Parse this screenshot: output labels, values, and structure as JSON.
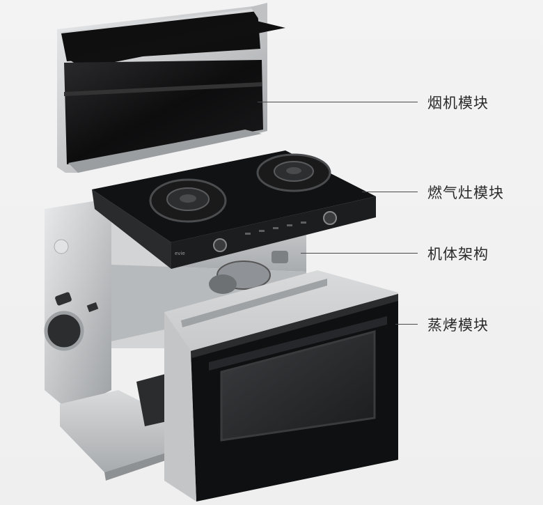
{
  "diagram": {
    "image": "exploded-view-integrated-kitchen-stove",
    "brand_mark": "evie",
    "callouts": [
      {
        "id": "range-hood-module",
        "label": "烟机模块"
      },
      {
        "id": "gas-stove-module",
        "label": "燃气灶模块"
      },
      {
        "id": "body-frame",
        "label": "机体架构"
      },
      {
        "id": "steam-oven-module",
        "label": "蒸烤模块"
      }
    ]
  },
  "colors": {
    "background": "#f1f1f1",
    "glass_black": "#0c0c0c",
    "steel": "#c9cbcd",
    "line": "#4a4a4a",
    "label_text": "#2a2a2a"
  }
}
